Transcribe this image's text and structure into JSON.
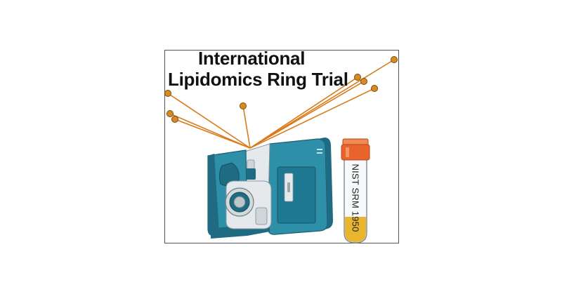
{
  "title": {
    "line1": "International",
    "line2": "Lipidomics Ring Trial"
  },
  "tube": {
    "label": "NIST SRM 1950"
  },
  "colors": {
    "line": "#d97b1a",
    "dot_fill": "#d98b22",
    "dot_stroke": "#7a4a10",
    "instrument_teal": "#2e8fa8",
    "instrument_dark": "#1e6b82",
    "instrument_light": "#e6e9ec",
    "cap_orange": "#e8642c",
    "sample_yellow": "#e8b52e",
    "frame": "#555555"
  },
  "icons": [
    "mass-spectrometer-icon",
    "sample-tube-icon",
    "lab-network-icon"
  ]
}
